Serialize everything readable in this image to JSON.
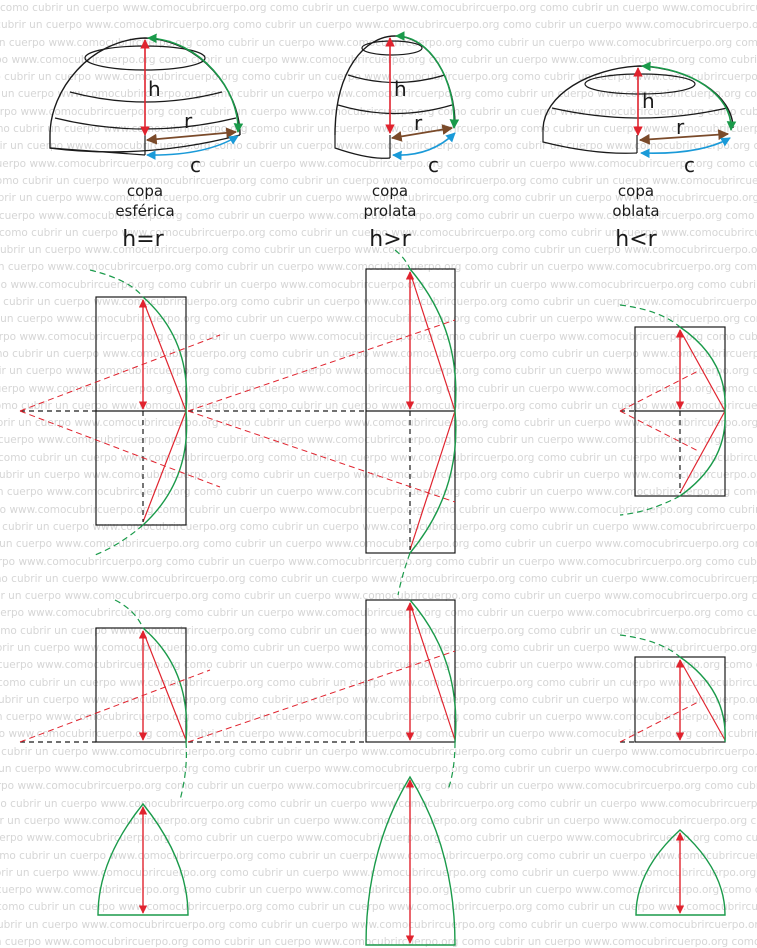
{
  "watermark": {
    "text": "como cubrir un cuerpo www.comocubrircuerpo.org "
  },
  "colors": {
    "height": "#e0232e",
    "radius": "#7a4a2a",
    "arc": "#1a9a4a",
    "chord": "#1a9ad8",
    "outline": "#1a1a1a",
    "construction": "#e0232e"
  },
  "caps": [
    {
      "name_line1": "copa",
      "name_line2": "esférica",
      "relation": "h=r",
      "h_label": "h",
      "r_label": "r",
      "c_label": "c"
    },
    {
      "name_line1": "copa",
      "name_line2": "prolata",
      "relation": "h>r",
      "h_label": "h",
      "r_label": "r",
      "c_label": "c"
    },
    {
      "name_line1": "copa",
      "name_line2": "oblata",
      "relation": "h<r",
      "h_label": "h",
      "r_label": "r",
      "c_label": "c"
    }
  ]
}
